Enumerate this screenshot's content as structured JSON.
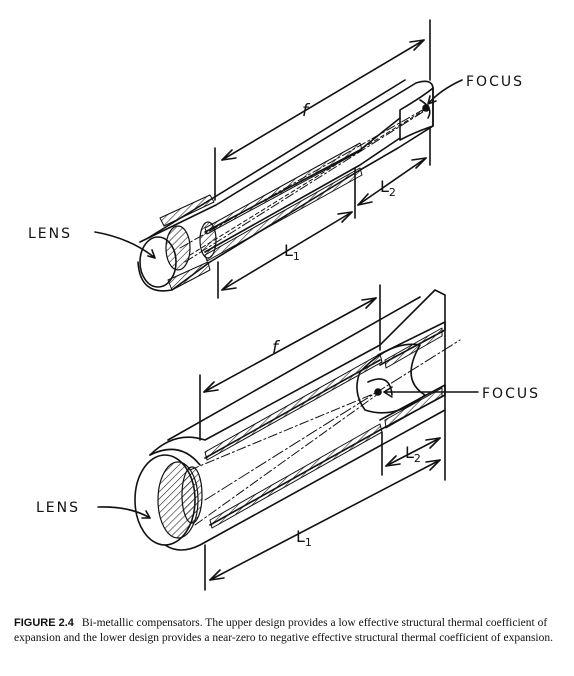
{
  "upper": {
    "focus_label": "FOCUS",
    "lens_label": "LENS",
    "f_label": "f",
    "l1_label": "L",
    "l1_sub": "1",
    "l2_label": "L",
    "l2_sub": "2"
  },
  "lower": {
    "focus_label": "FOCUS",
    "lens_label": "LENS",
    "f_label": "f",
    "l1_label": "L",
    "l1_sub": "1",
    "l2_label": "L",
    "l2_sub": "2"
  },
  "caption": {
    "label": "FIGURE 2.4",
    "text": "Bi-metallic compensators. The upper design provides a low effective structural thermal coefficient of expansion and the lower design provides a near-zero to negative effective structural thermal coefficient of expansion."
  }
}
